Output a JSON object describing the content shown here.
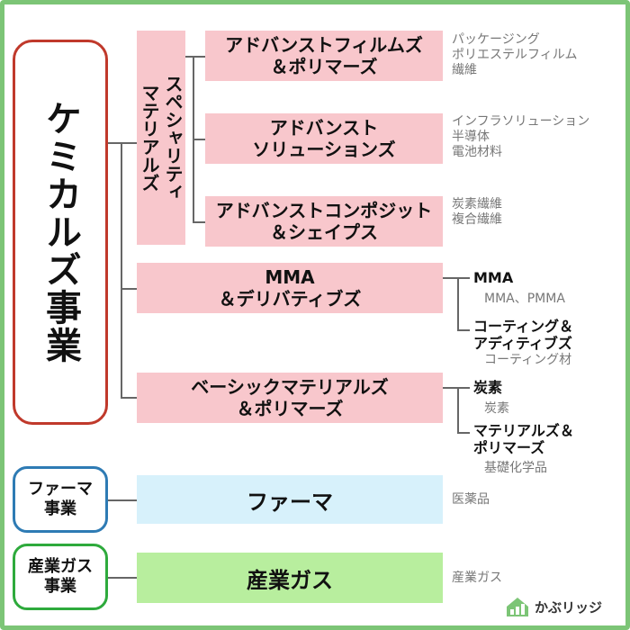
{
  "segments": {
    "chemicals": "ケミカルズ事業",
    "pharma": "ファーマ\n事業",
    "gas": "産業ガス\n事業"
  },
  "specialty": "スペシャリティ\nマテリアルズ",
  "boxes": {
    "advanced_films": "アドバンストフィルムズ\n＆ポリマーズ",
    "advanced_solutions": "アドバンスト\nソリューションズ",
    "advanced_composites": "アドバンストコンポジット\n＆シェイプス",
    "mma": "MMA\n＆デリバティブズ",
    "basic": "ベーシックマテリアルズ\n＆ポリマーズ",
    "pharma": "ファーマ",
    "gas": "産業ガス"
  },
  "notes": {
    "advanced_films": "パッケージング\nポリエステルフィルム\n繊維",
    "advanced_solutions": "インフラソリューション\n半導体\n電池材料",
    "advanced_composites": "炭素繊維\n複合繊維",
    "pharma": "医薬品",
    "gas": "産業ガス"
  },
  "mma_sub": [
    {
      "label": "MMA",
      "note": "MMA、PMMA"
    },
    {
      "label": "コーティング＆\nアディティブズ",
      "note": "コーティング材"
    }
  ],
  "basic_sub": [
    {
      "label": "炭素",
      "note": "炭素"
    },
    {
      "label": "マテリアルズ＆\nポリマーズ",
      "note": "基礎化学品"
    }
  ],
  "logo": {
    "text": "かぶリッジ",
    "icon": "house-chart-icon"
  },
  "colors": {
    "chemicals_border": "#c0392b",
    "pharma_border": "#2e7bb4",
    "gas_border": "#2eaa3c",
    "pink_box": "#f8c7cc",
    "blue_box": "#d7f1fb",
    "green_box": "#b8ee9e",
    "frame": "#7cc576"
  }
}
